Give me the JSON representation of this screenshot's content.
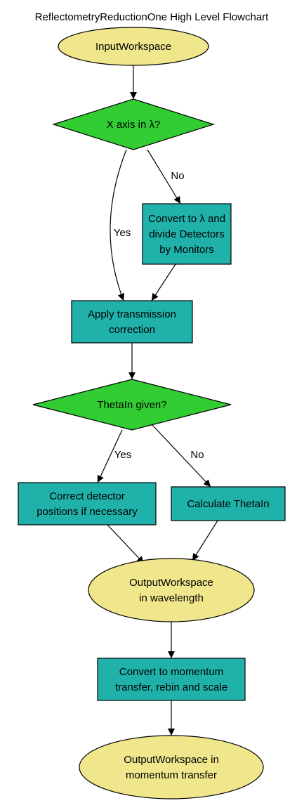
{
  "title": "ReflectometryReductionOne High Level Flowchart",
  "colors": {
    "ellipse_fill": "#f0e68c",
    "process_fill": "#20b2aa",
    "decision_fill": "#32cd32",
    "stroke": "#000000",
    "background": "#ffffff"
  },
  "nodes": {
    "input_workspace": {
      "shape": "ellipse",
      "lines": [
        "InputWorkspace"
      ]
    },
    "x_axis_decision": {
      "shape": "diamond",
      "lines": [
        "X axis in λ?"
      ]
    },
    "convert_lambda": {
      "shape": "box",
      "lines": [
        "Convert to λ and",
        "divide Detectors",
        "by Monitors"
      ]
    },
    "apply_transmission": {
      "shape": "box",
      "lines": [
        "Apply transmission",
        "correction"
      ]
    },
    "thetain_decision": {
      "shape": "diamond",
      "lines": [
        "ThetaIn given?"
      ]
    },
    "correct_detector": {
      "shape": "box",
      "lines": [
        "Correct detector",
        "positions if necessary"
      ]
    },
    "calculate_thetain": {
      "shape": "box",
      "lines": [
        "Calculate ThetaIn"
      ]
    },
    "output_wavelength": {
      "shape": "ellipse",
      "lines": [
        "OutputWorkspace",
        "in wavelength"
      ]
    },
    "convert_momentum": {
      "shape": "box",
      "lines": [
        "Convert to momentum",
        "transfer, rebin and scale"
      ]
    },
    "output_momentum": {
      "shape": "ellipse",
      "lines": [
        "OutputWorkspace in",
        "momentum transfer"
      ]
    }
  },
  "edges": [
    {
      "from": "input_workspace",
      "to": "x_axis_decision",
      "label": ""
    },
    {
      "from": "x_axis_decision",
      "to": "convert_lambda",
      "label": "No"
    },
    {
      "from": "x_axis_decision",
      "to": "apply_transmission",
      "label": "Yes"
    },
    {
      "from": "convert_lambda",
      "to": "apply_transmission",
      "label": ""
    },
    {
      "from": "apply_transmission",
      "to": "thetain_decision",
      "label": ""
    },
    {
      "from": "thetain_decision",
      "to": "correct_detector",
      "label": "Yes"
    },
    {
      "from": "thetain_decision",
      "to": "calculate_thetain",
      "label": "No"
    },
    {
      "from": "correct_detector",
      "to": "output_wavelength",
      "label": ""
    },
    {
      "from": "calculate_thetain",
      "to": "output_wavelength",
      "label": ""
    },
    {
      "from": "output_wavelength",
      "to": "convert_momentum",
      "label": ""
    },
    {
      "from": "convert_momentum",
      "to": "output_momentum",
      "label": ""
    }
  ]
}
